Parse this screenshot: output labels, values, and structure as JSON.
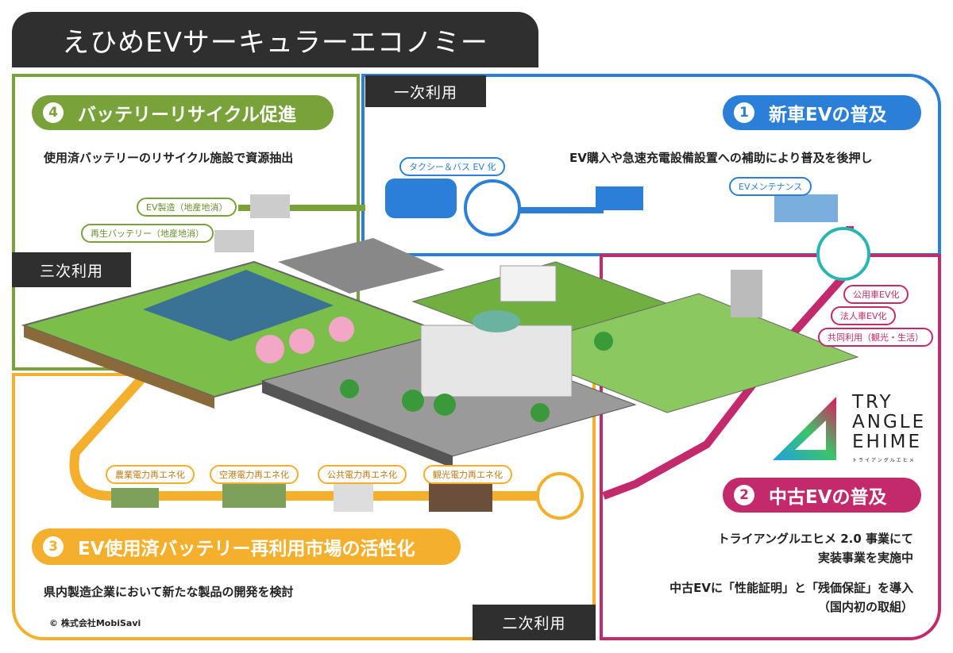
{
  "title": "えひめEVサーキュラーエコノミー",
  "stages": {
    "primary": "一次利用",
    "secondary": "二次利用",
    "tertiary": "三次利用"
  },
  "sections": [
    {
      "num": "1",
      "title": "新車EVの普及",
      "desc": "EV購入や急速充電設備設置への補助により普及を後押し",
      "color": "#2c7fd6"
    },
    {
      "num": "2",
      "title": "中古EVの普及",
      "desc": [
        "トライアングルエヒメ 2.0 事業にて",
        "実装事業を実施中",
        "中古EVに「性能証明」と「残価保証」を導入",
        "（国内初の取組）"
      ],
      "color": "#c22a6c"
    },
    {
      "num": "3",
      "title": "EV使用済バッテリー再利用市場の活性化",
      "desc": "県内製造企業において新たな製品の開発を検討",
      "color": "#f4b02c"
    },
    {
      "num": "4",
      "title": "バッテリーリサイクル促進",
      "desc": "使用済バッテリーのリサイクル施設で資源抽出",
      "color": "#79a23a"
    }
  ],
  "tags": {
    "taxi_bus": "タクシー＆バス EV 化",
    "maintenance": "EVメンテナンス",
    "ev_manufacture": "EV製造（地産地消）",
    "recycled_battery": "再生バッテリー（地産地消）",
    "public_car": "公用車EV化",
    "corporate_car": "法人車EV化",
    "shared_use": "共同利用（観光・生活）",
    "agri_power": "農業電力再エネ化",
    "airport_power": "空港電力再エネ化",
    "public_power": "公共電力再エネ化",
    "tourism_power": "観光電力再エネ化"
  },
  "logo": {
    "line1": "TRY",
    "line2": "ANGLE",
    "line3": "EHIME",
    "sub": "トライアングルエヒメ"
  },
  "copyright": "© 株式会社MobiSavi"
}
